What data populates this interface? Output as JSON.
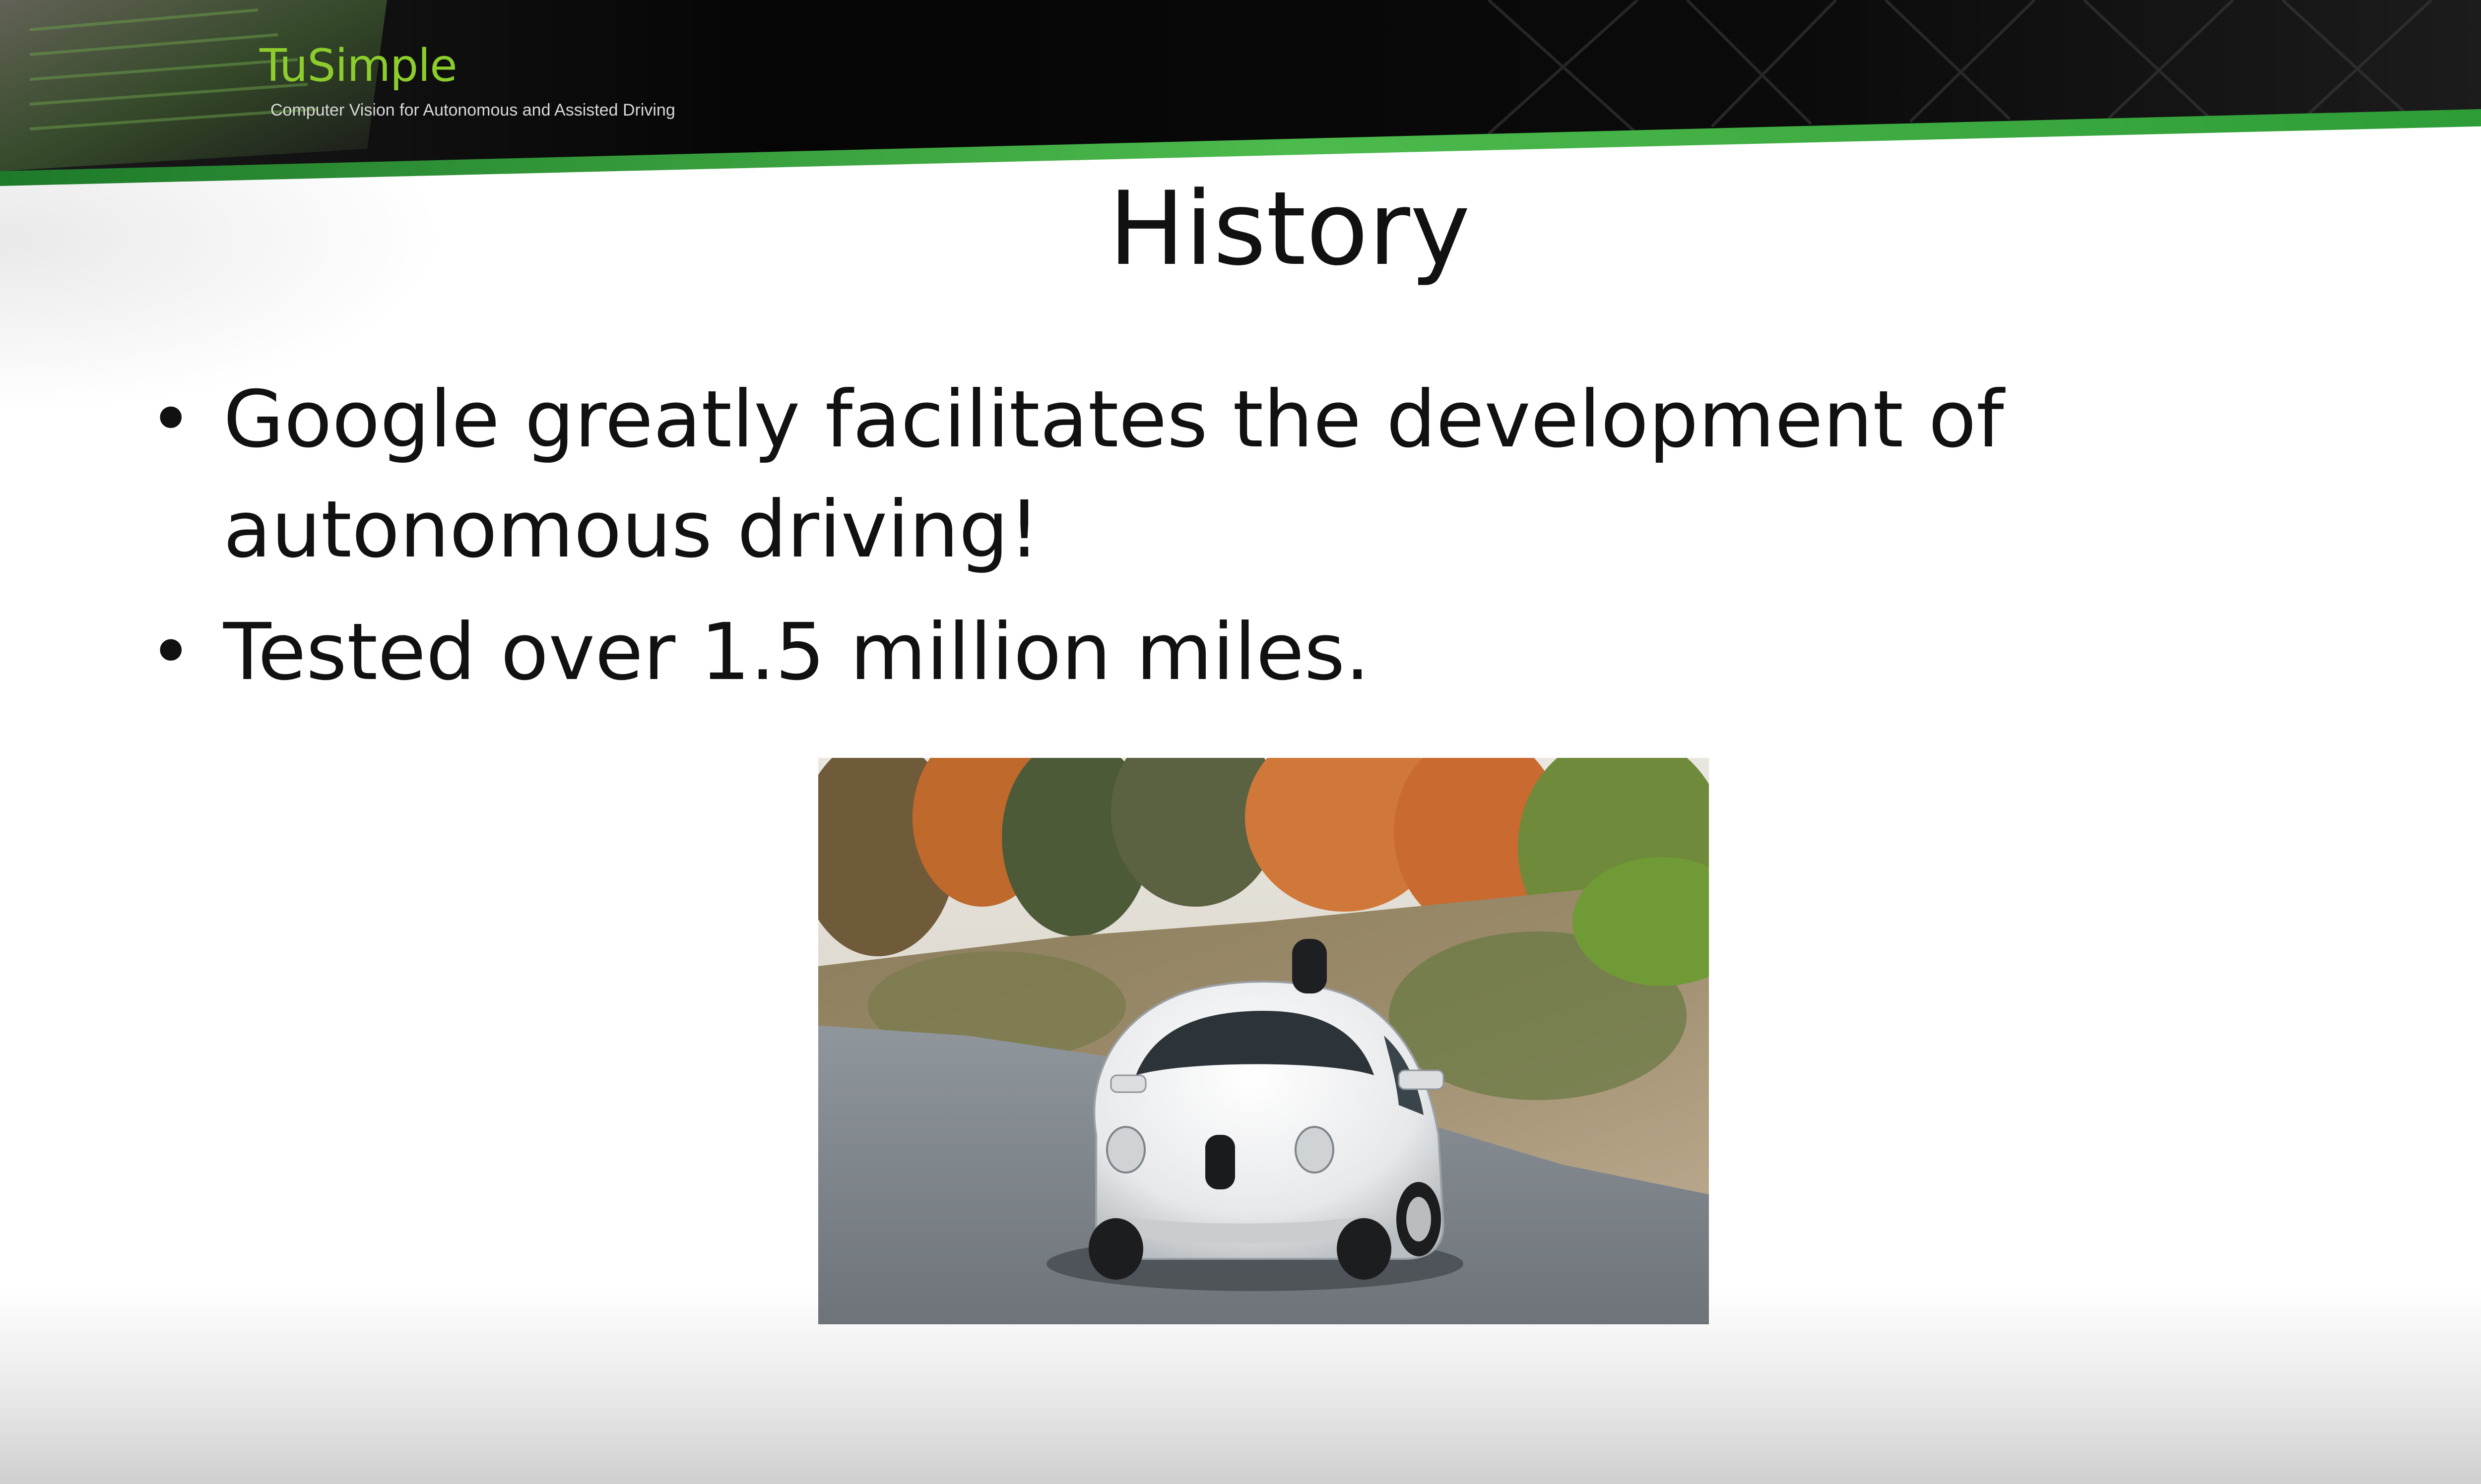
{
  "brand": {
    "name": "TuSimple",
    "tagline": "Computer Vision for Autonomous and Assisted Driving",
    "accent_color": "#8ccd2d",
    "stripe_color": "#3aa83a"
  },
  "slide": {
    "title": "History",
    "bullets": [
      "Google greatly facilitates the development of autonomous driving!",
      "Tested over 1.5 million miles."
    ]
  },
  "image": {
    "subject": "white self-driving prototype car on a road with hillside vegetation"
  },
  "icons": {
    "bullet": "bullet-dot-icon"
  }
}
